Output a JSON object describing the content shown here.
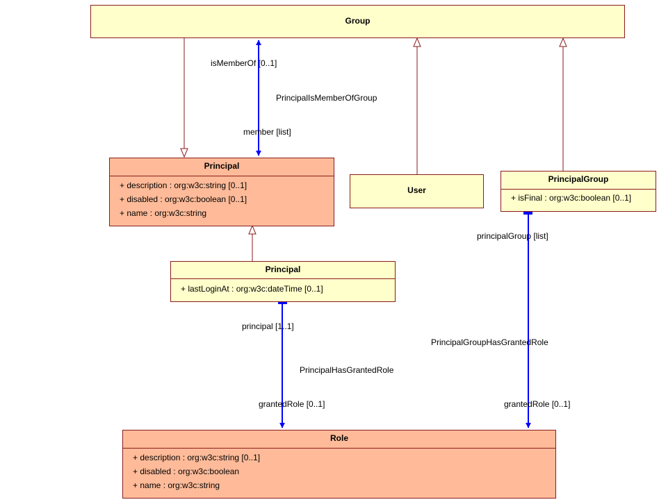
{
  "classes": {
    "group": {
      "name": "Group"
    },
    "principal": {
      "name": "Principal",
      "attributes": [
        "+ description : org:w3c:string [0..1]",
        "+ disabled : org:w3c:boolean [0..1]",
        "+ name : org:w3c:string"
      ]
    },
    "user": {
      "name": "User"
    },
    "principal_group": {
      "name": "PrincipalGroup",
      "attributes": [
        "+ isFinal : org:w3c:boolean [0..1]"
      ]
    },
    "principal_sub": {
      "name": "Principal",
      "attributes": [
        "+ lastLoginAt : org:w3c:dateTime [0..1]"
      ]
    },
    "role": {
      "name": "Role",
      "attributes": [
        "+ description : org:w3c:string [0..1]",
        "+ disabled : org:w3c:boolean",
        "+ name : org:w3c:string"
      ]
    }
  },
  "associations": {
    "member_of": {
      "name": "PrincipalIsMemberOfGroup",
      "source_role": "isMemberOf [0..1]",
      "target_role": "member [list]"
    },
    "principal_role": {
      "name": "PrincipalHasGrantedRole",
      "source_role": "principal [1..1]",
      "target_role": "grantedRole [0..1]"
    },
    "group_role": {
      "name": "PrincipalGroupHasGrantedRole",
      "source_role": "principalGroup [list]",
      "target_role": "grantedRole [0..1]"
    }
  },
  "colors": {
    "border": "#8b1a1a",
    "class_fill": "#ffffcc",
    "highlight_fill": "#ffbb99",
    "association": "#0000ff",
    "generalization": "#8b1a1a"
  }
}
